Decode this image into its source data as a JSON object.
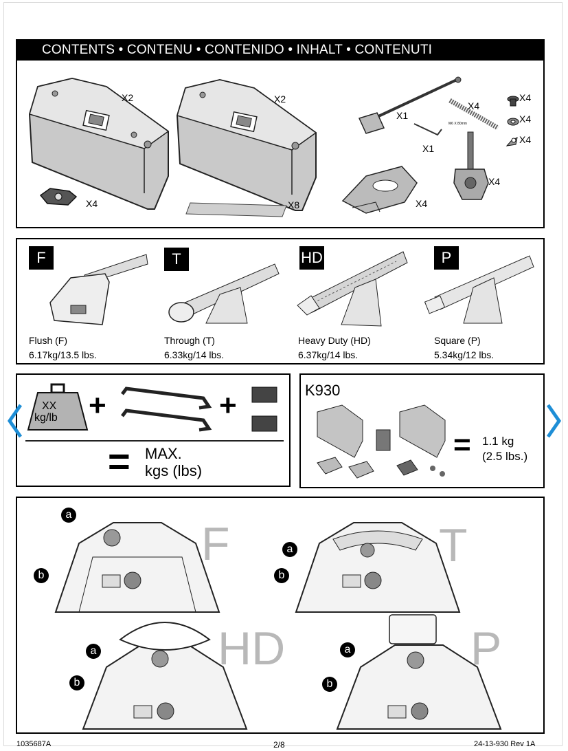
{
  "header": {
    "title": "CONTENTS • CONTENU • CONTENIDO • INHALT • CONTENUTI"
  },
  "contents": {
    "foot_qty": "X2",
    "foot2_qty": "X2",
    "key_qty": "X4",
    "pad_qty": "X8",
    "tool_qty": "X1",
    "hex_qty": "X1",
    "screw_qty": "X4",
    "screw_label": "M6 X 80mm",
    "bolt_qty": "X4",
    "washer_qty": "X4",
    "wingnut_qty": "X4",
    "clamp_qty": "X4",
    "bracket_qty": "X4"
  },
  "bars": [
    {
      "badge": "F",
      "name": "Flush (F)",
      "weight": "6.17kg/13.5 lbs."
    },
    {
      "badge": "T",
      "name": "Through (T)",
      "weight": "6.33kg/14 lbs."
    },
    {
      "badge": "HD",
      "name": "Heavy Duty (HD)",
      "weight": "6.37kg/14 lbs."
    },
    {
      "badge": "P",
      "name": "Square (P)",
      "weight": "5.34kg/12 lbs."
    }
  ],
  "load": {
    "weight_label_1": "XX",
    "weight_label_2": "kg/lb",
    "max_line_1": "MAX.",
    "max_line_2": "kgs (lbs)"
  },
  "kit": {
    "code": "K930",
    "weight_1": "1.1 kg",
    "weight_2": "(2.5 lbs.)"
  },
  "details": [
    {
      "letter": "F",
      "a": "a",
      "b": "b"
    },
    {
      "letter": "T",
      "a": "a",
      "b": "b"
    },
    {
      "letter": "HD",
      "a": "a",
      "b": "b"
    },
    {
      "letter": "P",
      "a": "a",
      "b": "b"
    }
  ],
  "footer": {
    "left": "1035687A",
    "center": "2/8",
    "right": "24-13-930 Rev 1A"
  },
  "colors": {
    "nav_arrow": "#1e8ed6",
    "watermark_letter": "#b8b8b8"
  },
  "icons": {
    "prev": "chevron-left-icon",
    "next": "chevron-right-icon"
  }
}
